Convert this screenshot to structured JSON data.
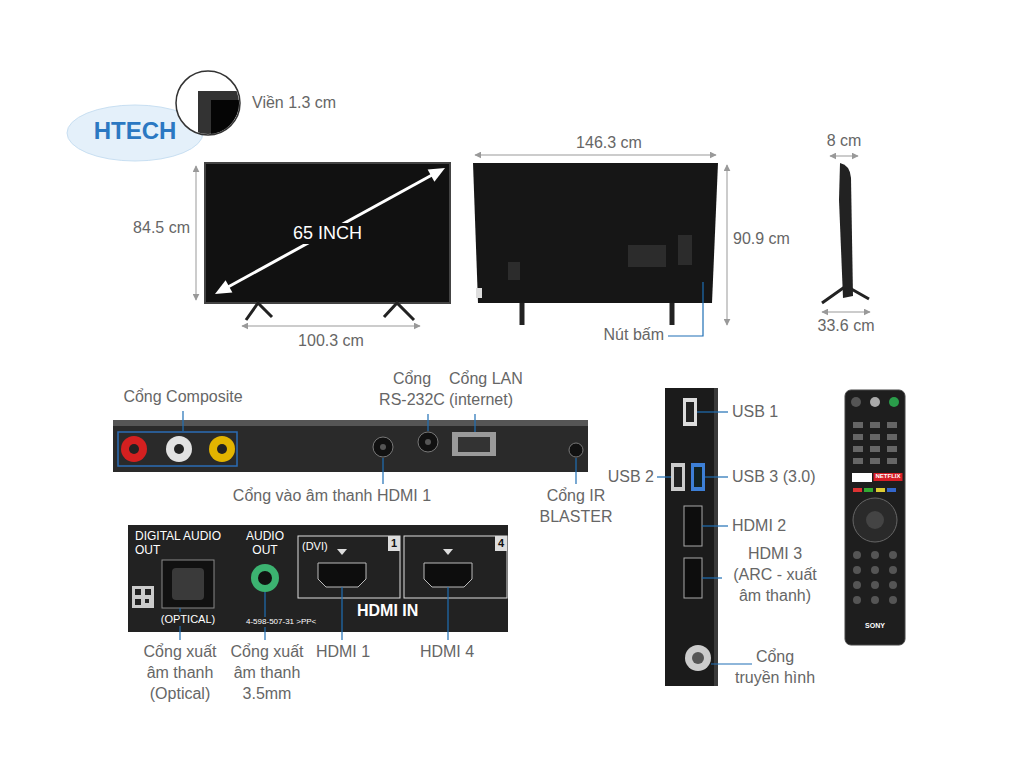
{
  "diagram": {
    "nodes": [
      {
        "text": [
          "65 INCH"
        ]
      }
    ],
    "labels": [
      "HTECH",
      "Viền 1.3 cm",
      "84.5 cm",
      "100.3 cm",
      "146.3 cm",
      "90.9 cm",
      "Nút bấm",
      "8 cm",
      "33.6 cm",
      "Cổng Composite",
      "Cổng RS-232C",
      "Cổng LAN (internet)",
      "Cổng vào âm thanh HDMI 1",
      "Cổng IR BLASTER",
      "DIGITAL AUDIO OUT",
      "AUDIO OUT",
      "(DVI)",
      "1",
      "4",
      "(OPTICAL)",
      "4-598-507-31 >PP<",
      "HDMI IN",
      "Cổng xuất âm thanh (Optical)",
      "Cổng xuất âm thanh 3.5mm",
      "HDMI 1",
      "HDMI 4",
      "USB 1",
      "USB 2",
      "USB 3 (3.0)",
      "HDMI 2",
      "HDMI 3 (ARC - xuất âm thanh)",
      "Cổng truyền hình",
      "NETFLIX",
      "SONY"
    ]
  }
}
